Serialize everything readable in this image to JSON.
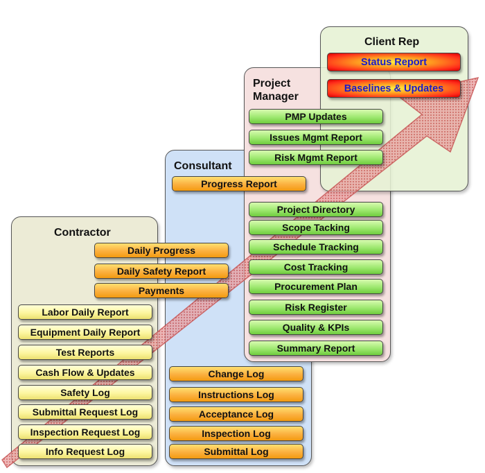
{
  "panels": {
    "contractor": {
      "title": "Contractor",
      "tier1": [
        "Daily Progress",
        "Daily Safety Report",
        "Payments"
      ],
      "tier2": [
        "Labor Daily Report",
        "Equipment Daily Report",
        "Test Reports",
        "Cash Flow & Updates",
        "Safety Log",
        "Submittal Request Log",
        "Inspection Request Log",
        "Info Request Log"
      ]
    },
    "consultant": {
      "title": "Consultant",
      "tier1": [
        "Progress Report"
      ],
      "tier2": [
        "Change Log",
        "Instructions Log",
        "Acceptance Log",
        "Inspection Log",
        "Submittal Log"
      ]
    },
    "project_manager": {
      "title_line1": "Project",
      "title_line2": "Manager",
      "tier1": [
        "PMP Updates",
        "Issues Mgmt Report",
        "Risk Mgmt Report"
      ],
      "tier2": [
        "Project Directory",
        "Scope Tacking",
        "Schedule Tracking",
        "Cost Tracking",
        "Procurement Plan",
        "Risk Register",
        "Quality & KPIs",
        "Summary Report"
      ]
    },
    "client_rep": {
      "title": "Client Rep",
      "tier1": [
        "Status Report",
        "Baselines & Updates"
      ]
    }
  },
  "colors": {
    "contractor_panel": "#ecebd6",
    "consultant_panel": "#cfe1f7",
    "pm_panel": "#f6e1e0",
    "client_panel": "#e6f1d4",
    "arrow": "#e68a8a"
  }
}
